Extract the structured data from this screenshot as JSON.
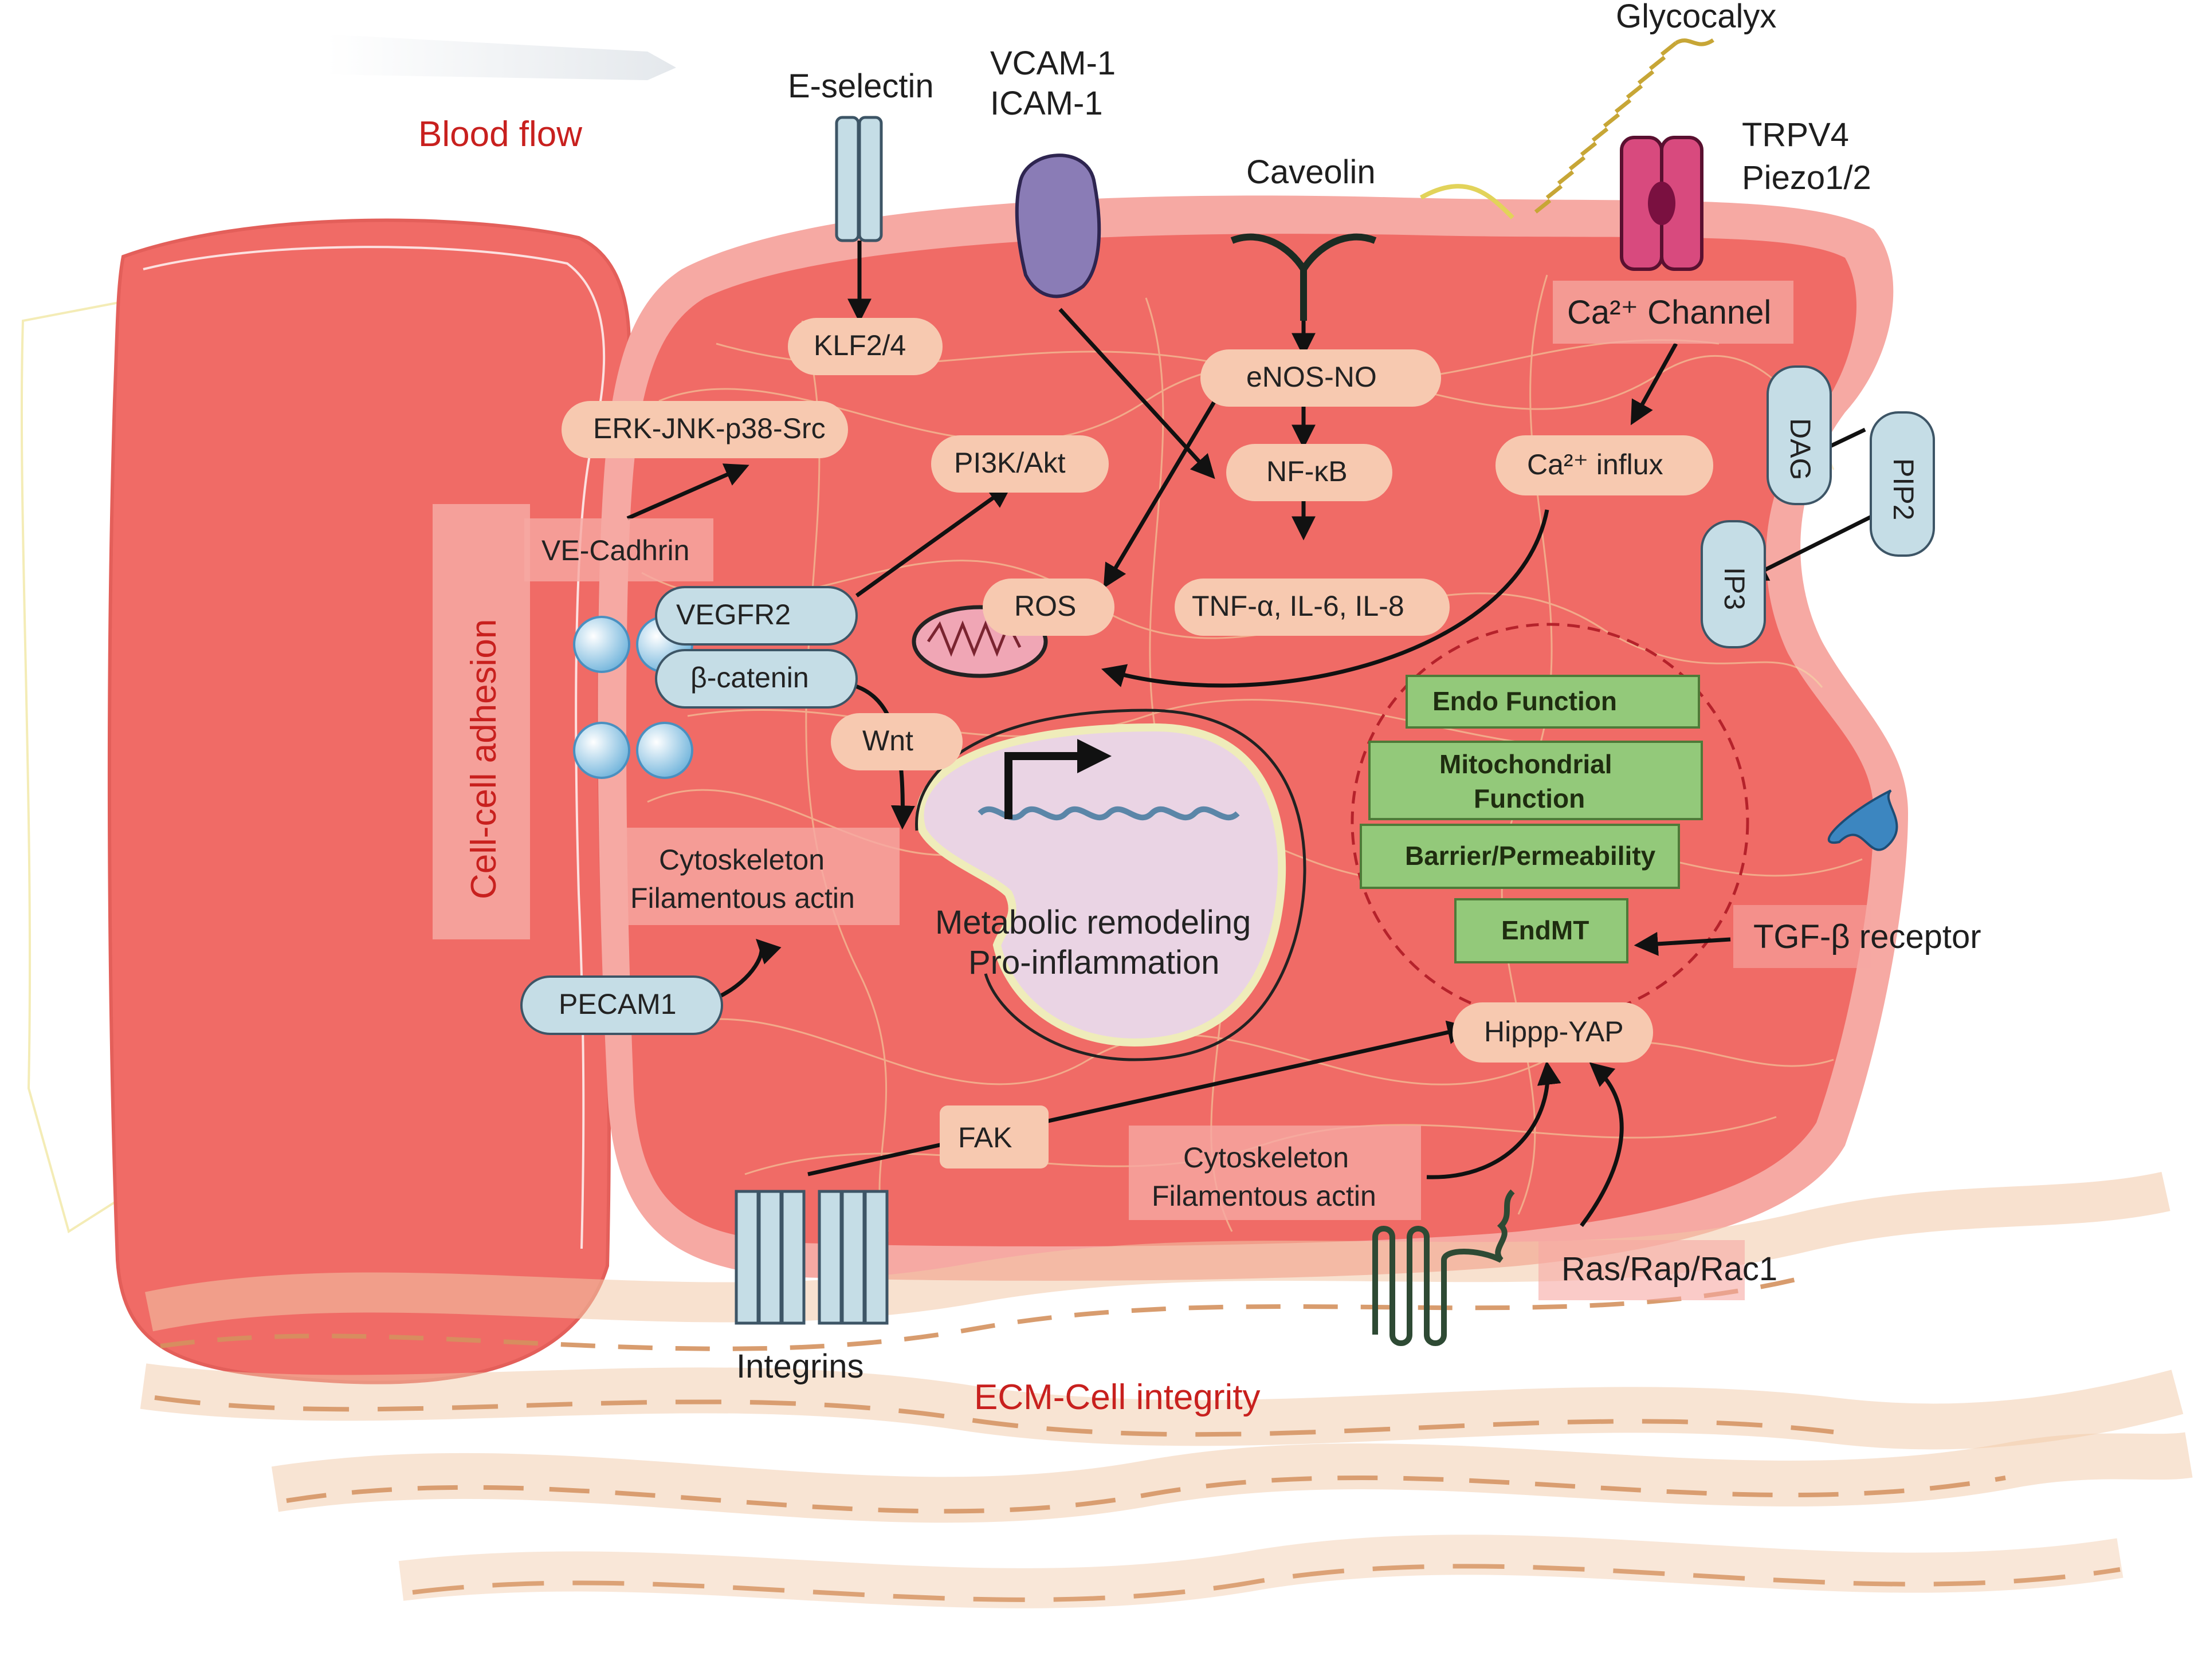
{
  "title_labels": {
    "blood_flow": "Blood flow",
    "cell_cell_adhesion": "Cell-cell adhesion",
    "ecm_cell_integrity": "ECM-Cell integrity"
  },
  "surface_labels": {
    "e_selectin": "E-selectin",
    "vcam": "VCAM-1",
    "icam": "ICAM-1",
    "glycocalyx": "Glycocalyx",
    "caveolin": "Caveolin",
    "trpv4": "TRPV4",
    "piezo": "Piezo1/2",
    "integrins": "Integrins",
    "ras": "Ras/Rap/Rac1",
    "tgf": "TGF-β  receptor"
  },
  "nodes": {
    "klf": "KLF2/4",
    "erk": "ERK-JNK-p38-Src",
    "pi3k": "PI3K/Akt",
    "enos": "eNOS-NO",
    "nfkb": "NF-κB",
    "tnf": "TNF-α, IL-6, IL-8",
    "ros": "ROS",
    "ca_channel": "Ca²⁺ Channel",
    "ca_influx": "Ca²⁺ influx",
    "dag": "DAG",
    "pip2": "PIP2",
    "ip3": "IP3",
    "ve_cadherin": "VE-Cadhrin",
    "vegfr2": "VEGFR2",
    "beta_catenin": "β-catenin",
    "wnt": "Wnt",
    "pecam1": "PECAM1",
    "fak": "FAK",
    "hippo_yap": "Hippp-YAP",
    "cyto1_line1": "Cytoskeleton",
    "cyto1_line2": "Filamentous actin",
    "cyto2_line1": "Cytoskeleton",
    "cyto2_line2": "Filamentous actin"
  },
  "nucleus": {
    "line1": "Metabolic remodeling",
    "line2": "Pro-inflammation"
  },
  "functions": {
    "endo": "Endo Function",
    "mito1": "Mitochondrial",
    "mito2": "Function",
    "barrier": "Barrier/Permeability",
    "endmt": "EndMT"
  },
  "colors": {
    "cell_fill": "#f06b66",
    "cell_rim": "#f6a9a3",
    "pill_peach": "#f7c9b0",
    "pill_blue": "#c5dde6",
    "green_box": "#93c97a",
    "label_red": "#c8201e",
    "ecm_fiber": "#d4915e"
  }
}
